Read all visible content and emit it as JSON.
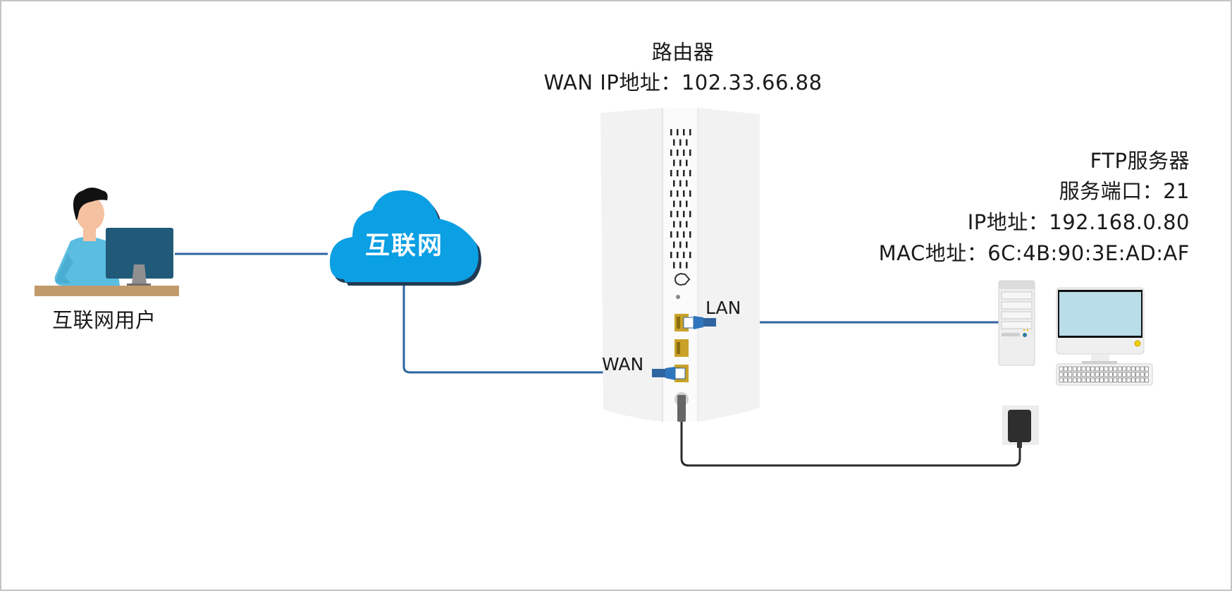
{
  "diagram": {
    "router": {
      "title": "路由器",
      "wan_ip_line": "WAN IP地址：102.33.66.88",
      "wan_port_label": "WAN",
      "lan_port_label": "LAN"
    },
    "internet_user": {
      "label": "互联网用户"
    },
    "cloud": {
      "label": "互联网"
    },
    "ftp_server": {
      "title": "FTP服务器",
      "port_line": "服务端口：21",
      "ip_line": "IP地址：192.168.0.80",
      "mac_line": "MAC地址：6C:4B:90:3E:AD:AF"
    },
    "colors": {
      "cable_blue": "#2f65a0",
      "cloud_blue": "#0b9fe3",
      "power_cable": "#2b2b2b",
      "port_gold": "#c9a227",
      "shirt": "#5bbde0",
      "monitor_dark": "#215a78",
      "desk": "#c19a6b"
    }
  }
}
